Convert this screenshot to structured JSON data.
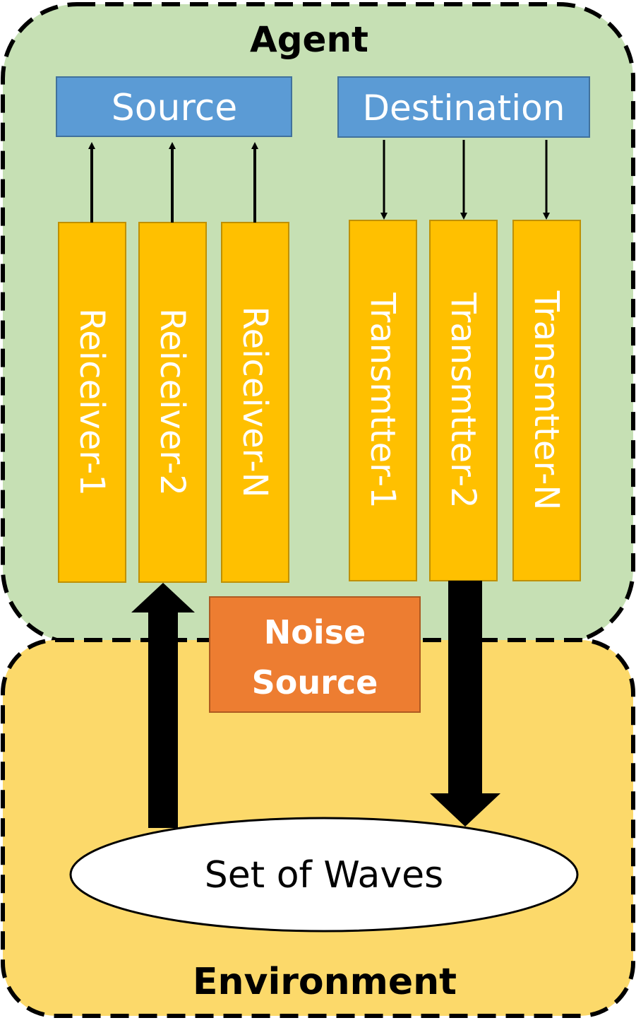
{
  "agent": {
    "label": "Agent"
  },
  "environment": {
    "label": "Environment"
  },
  "source": {
    "label": "Source"
  },
  "destination": {
    "label": "Destination"
  },
  "receivers": [
    "Reiceiver-1",
    "Reiceiver-2",
    "Reiceiver-N"
  ],
  "transmitters": [
    "Transmtter-1",
    "Transmtter-2",
    "Transmtter-N"
  ],
  "noise": {
    "line1": "Noise",
    "line2": "Source"
  },
  "waves": {
    "label": "Set of Waves"
  },
  "colors": {
    "agent_fill": "#c6e0b4",
    "environment_fill": "#fcd96a",
    "box_blue": "#5b9bd5",
    "box_yellow": "#ffc000",
    "box_orange": "#ed7d31",
    "black": "#000000",
    "white": "#ffffff"
  }
}
